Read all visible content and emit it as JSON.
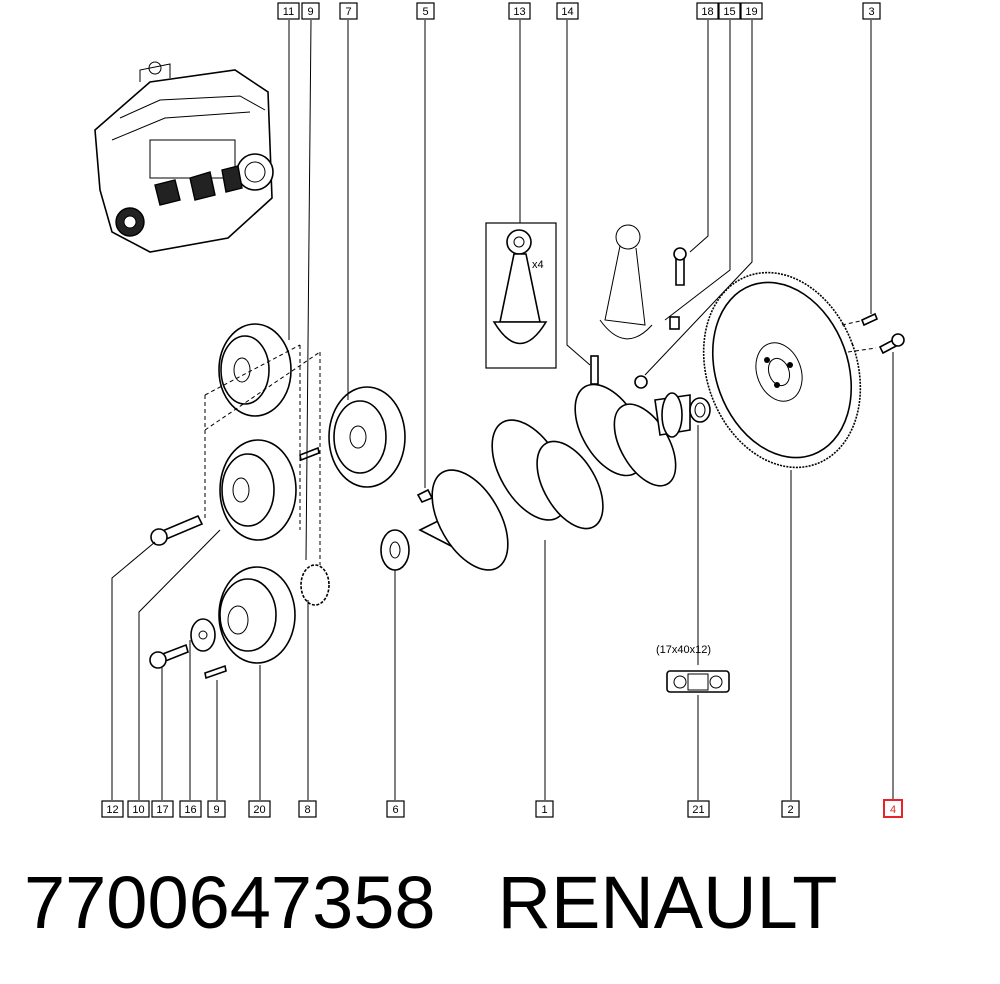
{
  "callouts_top": [
    "11",
    "9",
    "7",
    "5",
    "13",
    "14",
    "18",
    "15",
    "19",
    "3"
  ],
  "callouts_bottom": [
    "12",
    "10",
    "17",
    "16",
    "9",
    "20",
    "8",
    "6",
    "1",
    "21",
    "2",
    "4"
  ],
  "highlighted_callout": "4",
  "inset_label": "x4",
  "bearing_dimensions": "(17x40x12)",
  "part_number": "7700647358",
  "brand": "RENAULT",
  "colors": {
    "highlight": "#e8232a",
    "line": "#000000"
  }
}
